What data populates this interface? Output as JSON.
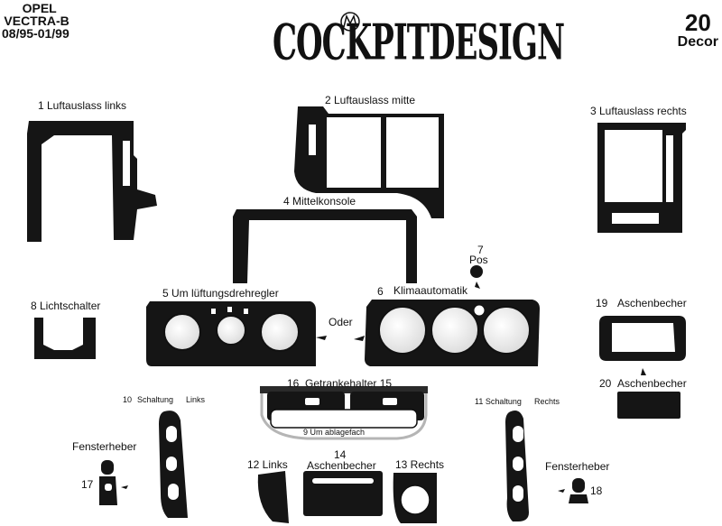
{
  "header": {
    "brand": "OPEL",
    "model": "VECTRA-B",
    "years": "08/95-01/99",
    "logo_text": "COCKPITDESIGN",
    "logo_mark": "MD",
    "number": "20",
    "finish": "Decor"
  },
  "colors": {
    "part_fill": "#151515",
    "background": "#ffffff"
  },
  "labels": {
    "p1": "1 Luftauslass links",
    "p2": "2 Luftauslass mitte",
    "p3": "3 Luftauslass rechts",
    "p4": "4 Mittelkonsole",
    "p5": "5 Um lüftungsdrehregler",
    "p6": "6",
    "p6b": "Klimaautomatik",
    "p7": "7",
    "p7b": "Pos",
    "oder": "Oder",
    "p8": "8 Lichtschalter",
    "p19": "19",
    "p19b": "Aschenbecher",
    "p20": "20",
    "p20b": "Aschenbecher",
    "p16": "16",
    "p16b": "Getrankehalter 15",
    "p9": "9 Um ablagefach",
    "p10": "10",
    "p10b": "Schaltung",
    "p10c": "Links",
    "p11": "11 Schaltung",
    "p11b": "Rechts",
    "fh_left": "Fensterheber",
    "p17": "17",
    "fh_right": "Fensterheber",
    "p18": "18",
    "p12": "12 Links",
    "p14": "14",
    "p14b": "Aschenbecher",
    "p13": "13 Rechts"
  }
}
